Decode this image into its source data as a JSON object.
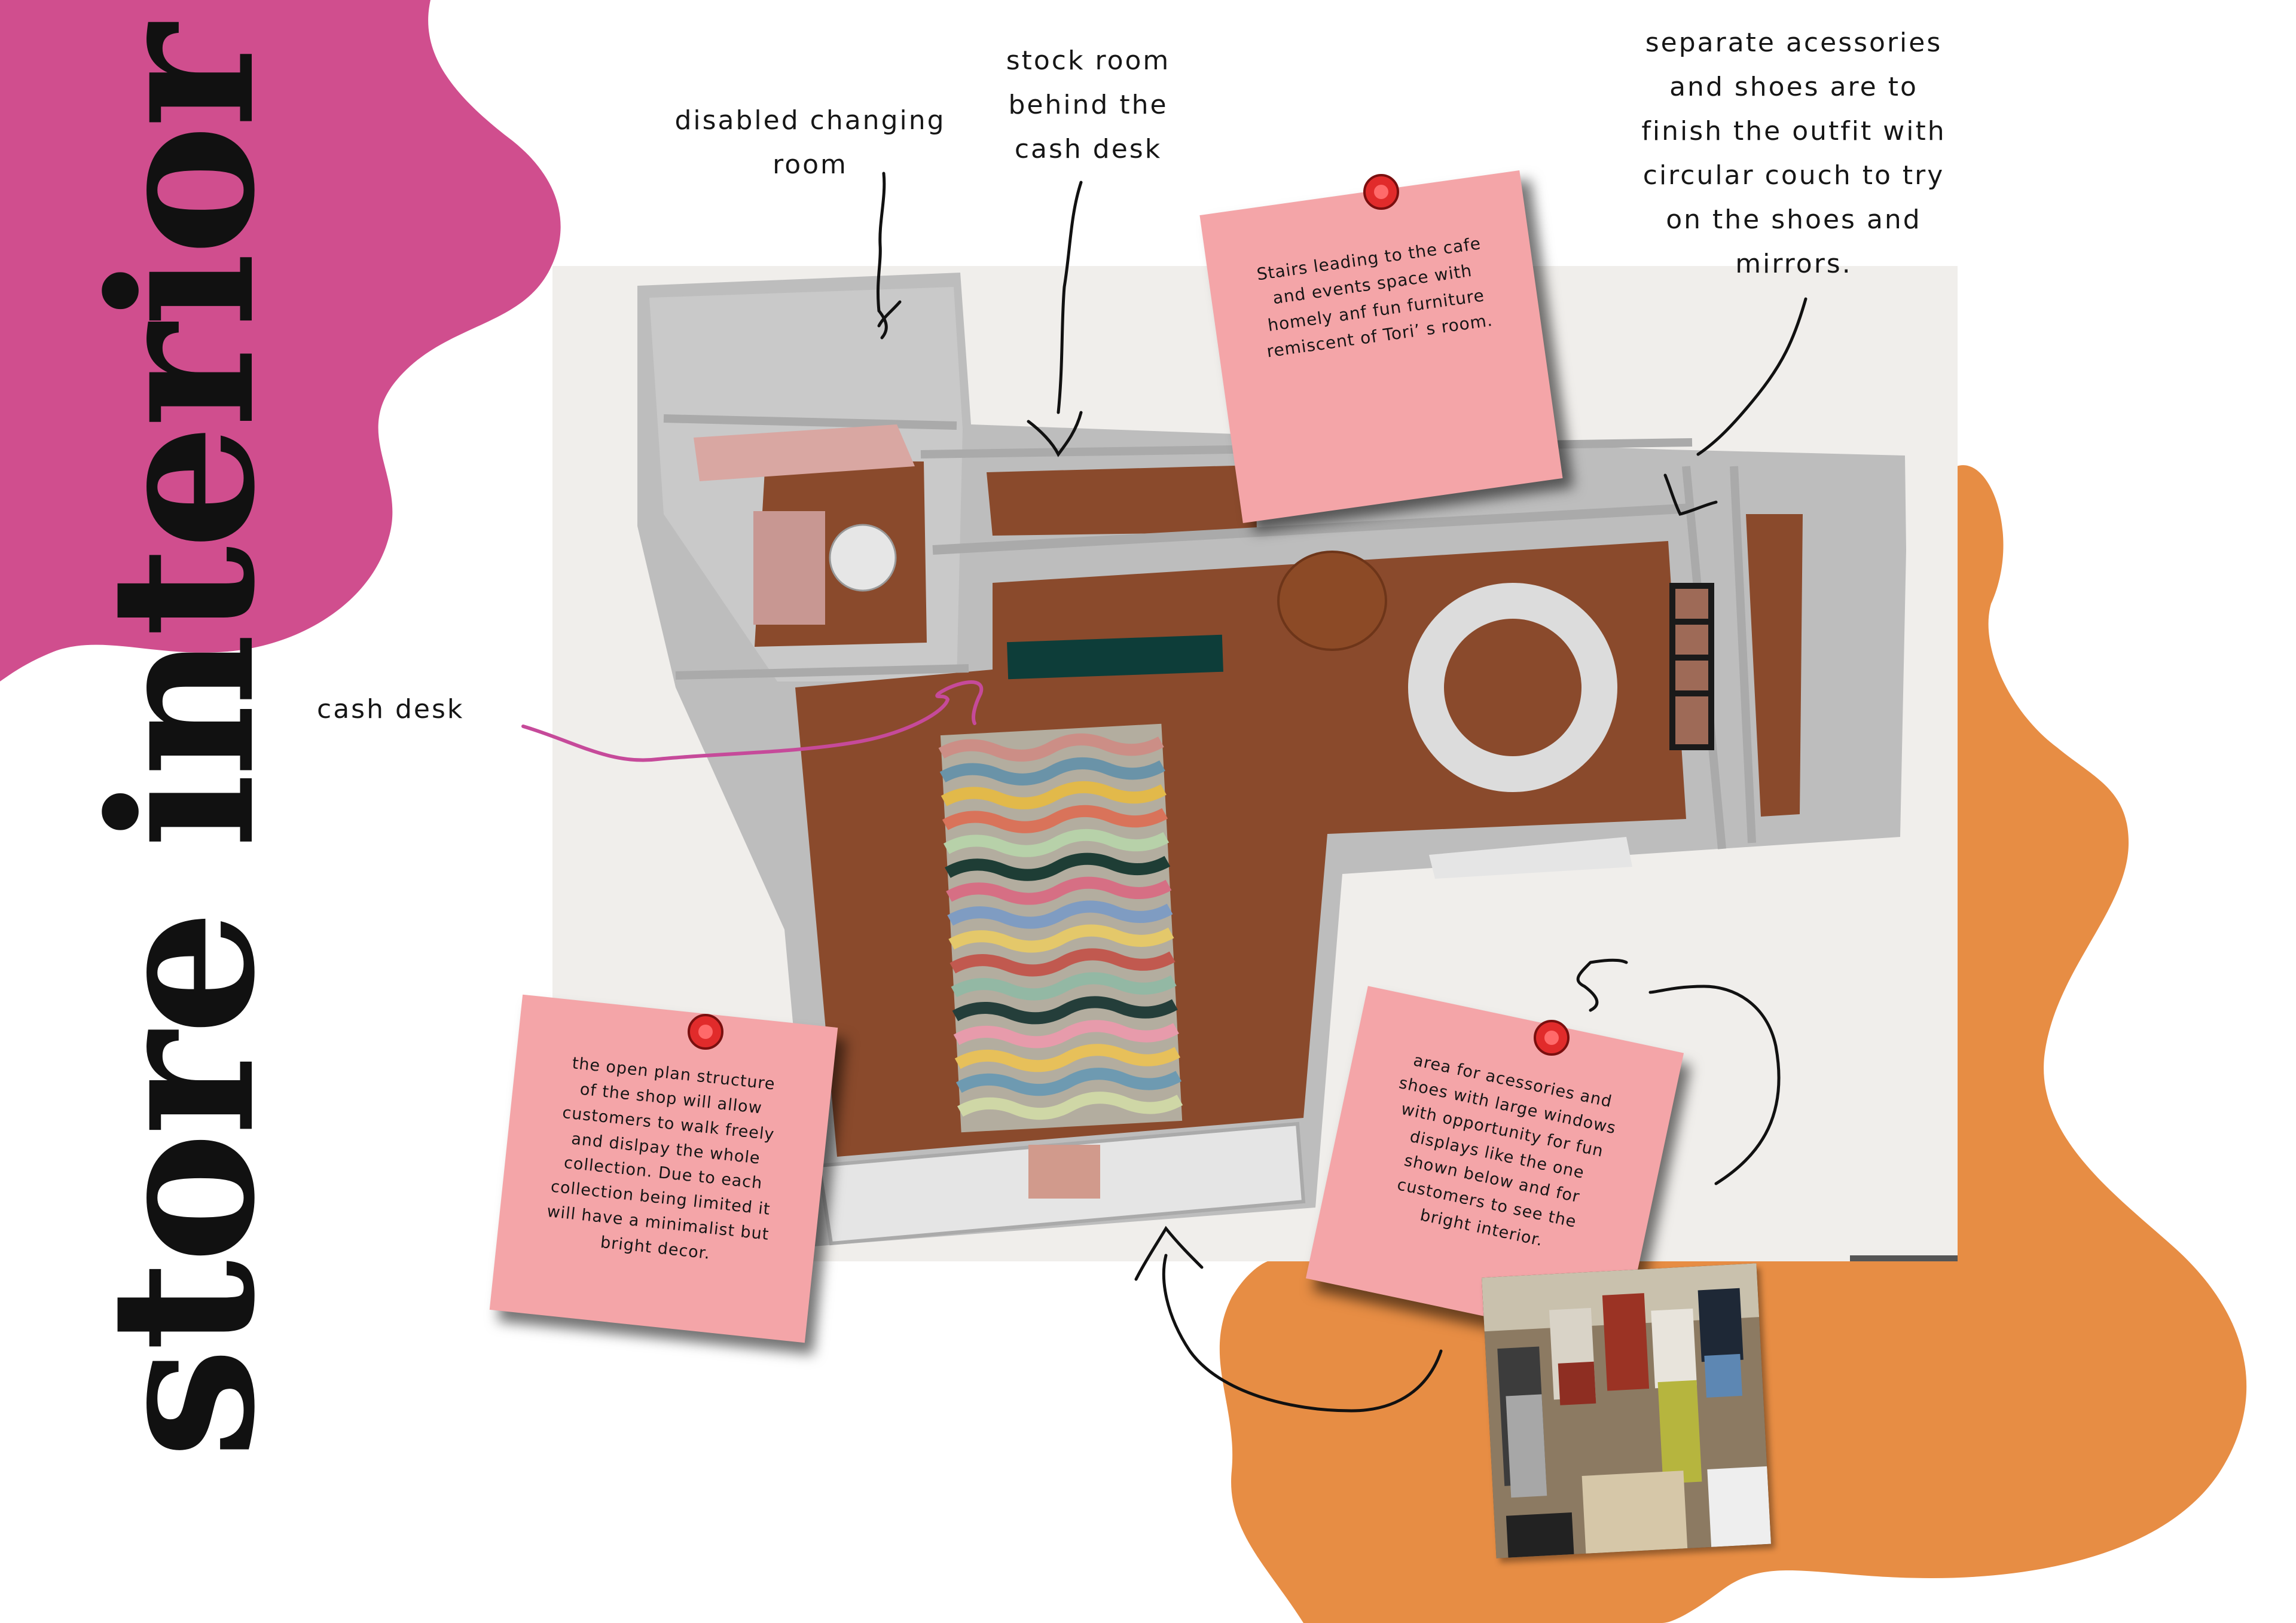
{
  "page": {
    "title": "store interior",
    "colors": {
      "pink_blob": "#d04e8e",
      "orange_blob": "#e78d44",
      "sticky_note": "#f4a5a8",
      "floor": "#8a4a2c",
      "wall": "#b9b9b9",
      "cash_desk_line": "#c64a9a"
    }
  },
  "annotations": {
    "disabled_changing_room": "disabled changing\nroom",
    "stock_room": "stock room\nbehind the\ncash desk",
    "accessories_shoes": "separate acessories\nand shoes are to\nfinish the outfit with\ncircular couch to try\non the shoes and\nmirrors.",
    "cash_desk": "cash desk"
  },
  "sticky_notes": {
    "stairs": "Stairs leading to the cafe\nand events space with\nhomely anf fun furniture\nremiscent of Tori’ s room.",
    "open_plan": "the open plan structure\nof the shop will allow\ncustomers to walk freely\nand dislpay the whole\ncollection. Due to each\ncollection being limited it\nwill have a minimalist but\nbright decor.",
    "accessories_area": "area for acessories and\nshoes with large windows\nwith opportunity for fun\ndisplays like the one\nshown below and for\ncustomers to see the\nbright interior."
  },
  "icons": {
    "pin": "red-push-pin-icon"
  }
}
